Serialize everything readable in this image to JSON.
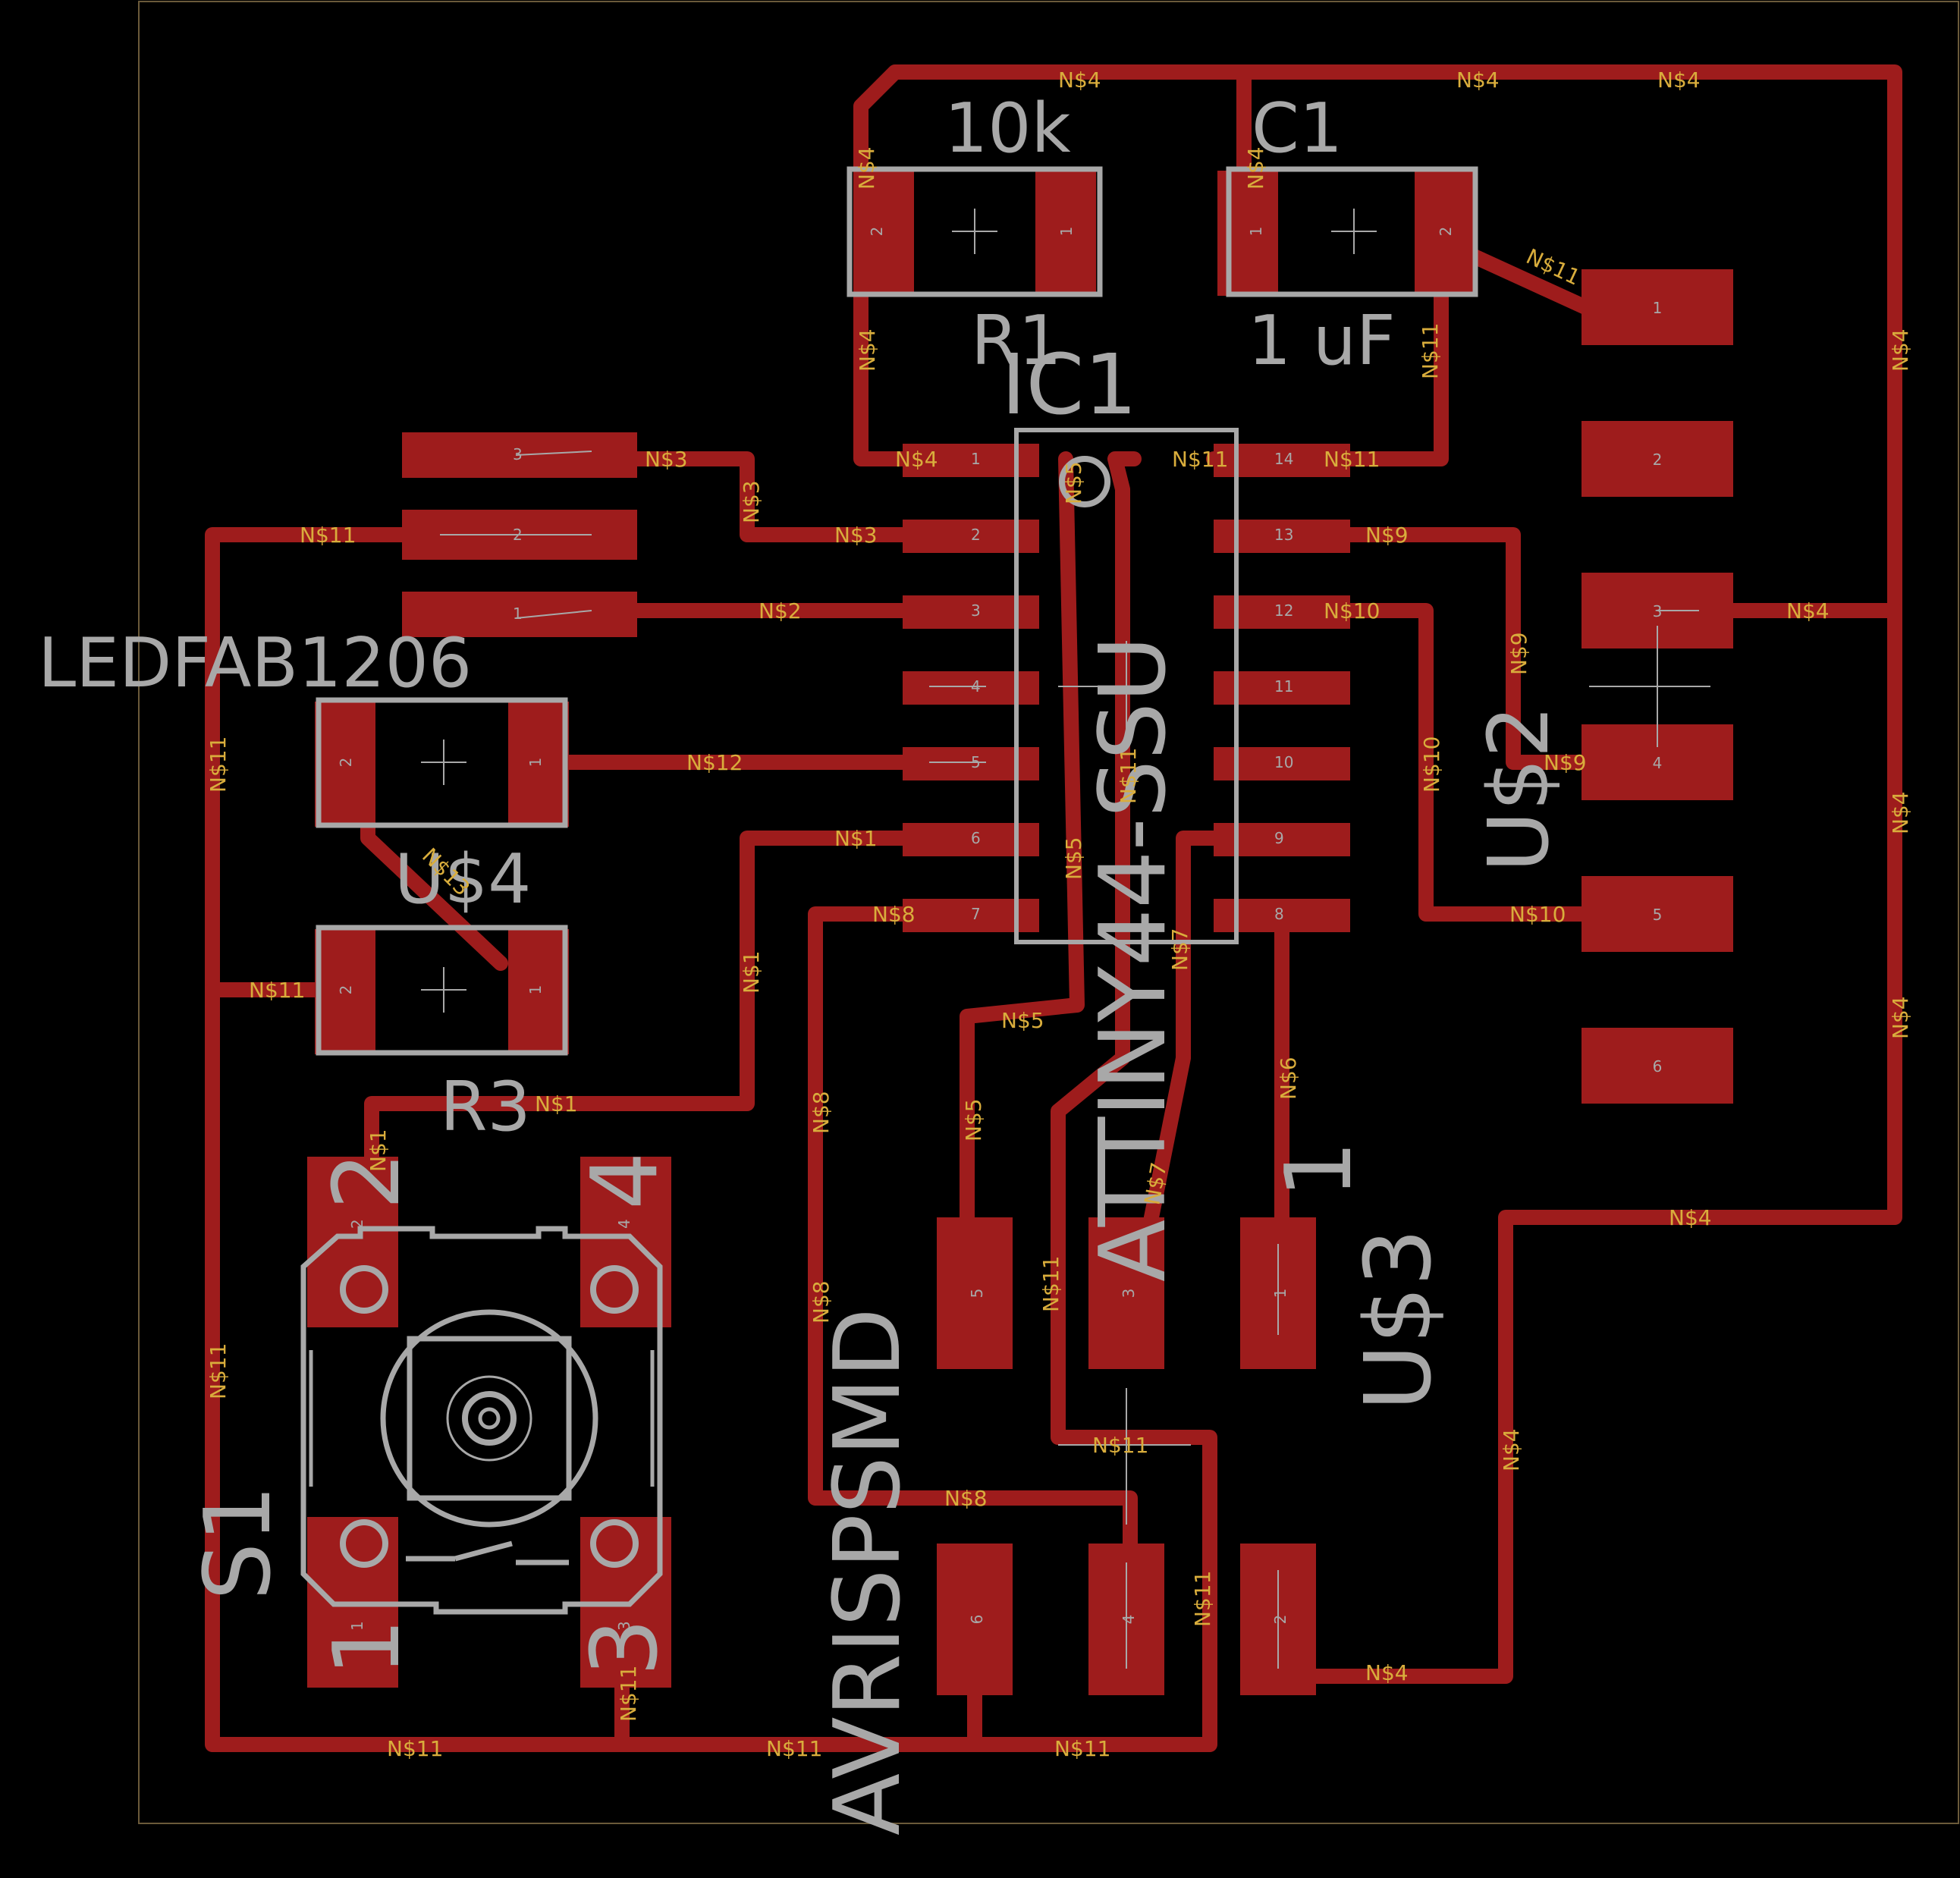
{
  "colors": {
    "copper": "#9e1c1c",
    "silkscreen": "#a8a8a8",
    "net_label": "#d9ad3c",
    "background": "#000000",
    "outline": "#6b5a3a"
  },
  "components": {
    "r1_value": "10k",
    "r1_name": "R1",
    "c1_name": "C1",
    "c1_value": "1 uF",
    "ic1_name": "IC1",
    "ic1_value": "ATTINY44-SSU",
    "u2_name": "U$2",
    "u3_name": "U$3",
    "u4_name": "U$4",
    "u4_value": "LEDFAB1206",
    "r3_name": "R3",
    "s1_name": "S1",
    "avr_name": "AVRISPSMD"
  },
  "ic_pins_left": [
    "1",
    "2",
    "3",
    "4",
    "5",
    "6",
    "7"
  ],
  "ic_pins_right": [
    "14",
    "13",
    "12",
    "11",
    "10",
    "9",
    "8"
  ],
  "header_pins": [
    "1",
    "2",
    "3",
    "4",
    "5",
    "6"
  ],
  "isp_pins": {
    "p5": "5",
    "p3": "3",
    "p1": "1",
    "p6": "6",
    "p4": "4",
    "p2": "2"
  },
  "switch_pins": {
    "p1": "1",
    "p2": "2",
    "p3": "3",
    "p4": "4"
  },
  "pad_pins": {
    "one": "1",
    "two": "2",
    "three": "3"
  },
  "nets": {
    "n1": "N$1",
    "n2": "N$2",
    "n3": "N$3",
    "n4": "N$4",
    "n5": "N$5",
    "n6": "N$6",
    "n7": "N$7",
    "n8": "N$8",
    "n9": "N$9",
    "n10": "N$10",
    "n11": "N$11",
    "n12": "N$12",
    "n13": "N$13"
  }
}
